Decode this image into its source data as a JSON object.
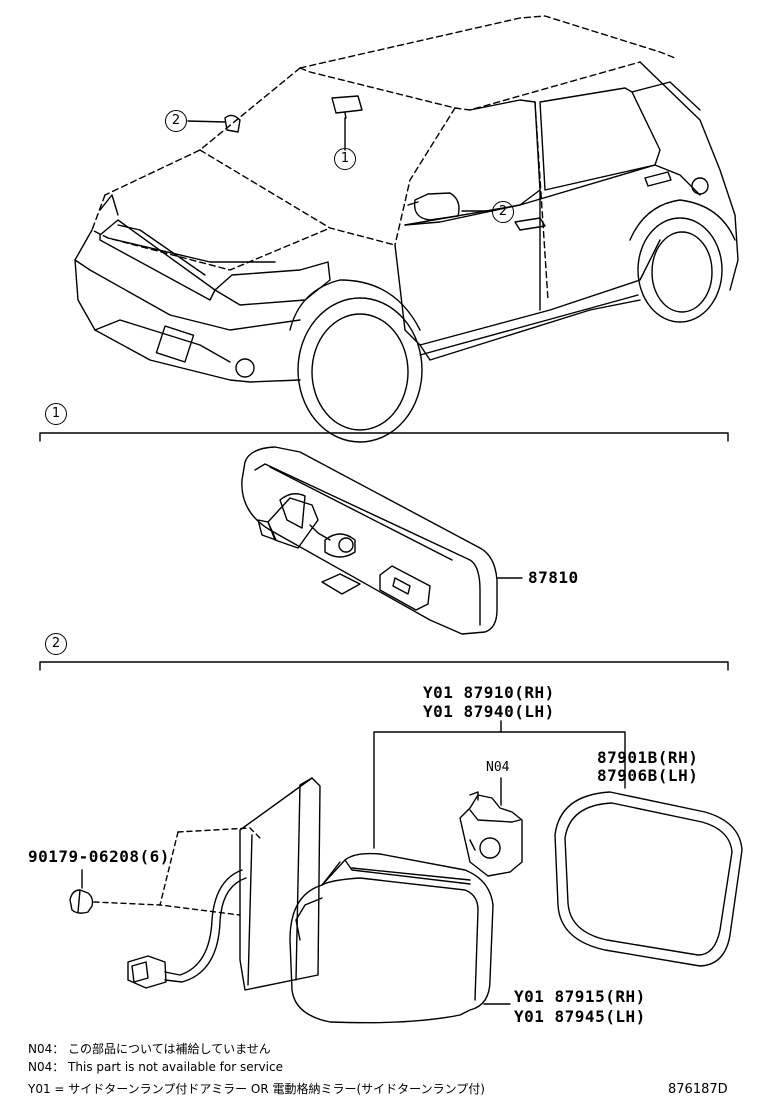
{
  "callouts": {
    "one": "1",
    "two": "2"
  },
  "parts": {
    "inner_mirror": "87810",
    "outer_assy_rh": "Y01 87910(RH)",
    "outer_assy_lh": "Y01 87940(LH)",
    "outer_note_code": "N04",
    "mirror_glass_rh": "87901B(RH)",
    "mirror_glass_lh": "87906B(LH)",
    "screw": "90179-06208(6)",
    "cover_rh": "Y01 87915(RH)",
    "cover_lh": "Y01 87945(LH)"
  },
  "notes": {
    "n04_ja": "N04： この部品については補給していません",
    "n04_en": "N04： This part is not available for service",
    "y01": "Y01 = サイドターンランプ付ドアミラー OR 電動格納ミラー(サイドターンランプ付)"
  },
  "diagram_id": "876187D"
}
